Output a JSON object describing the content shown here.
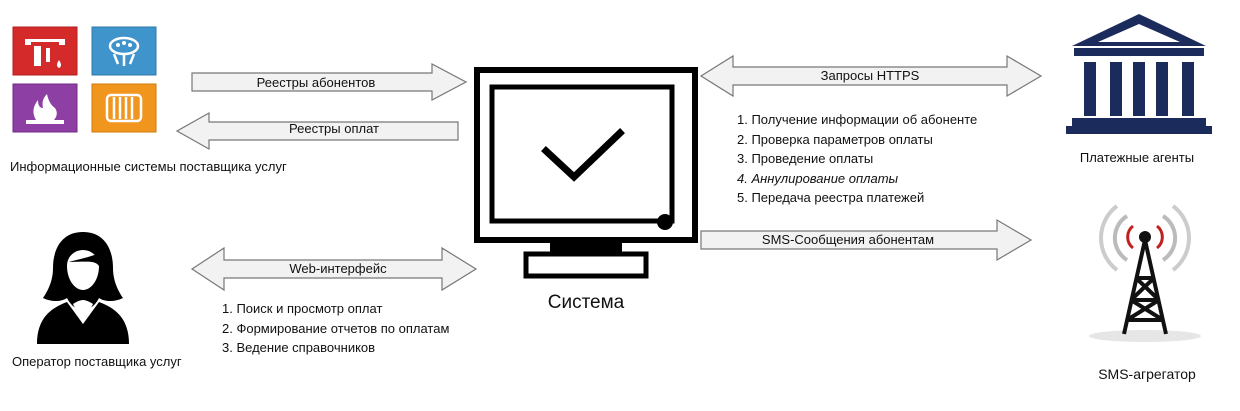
{
  "colors": {
    "tile_red": "#d42a2a",
    "tile_blue": "#3f94cc",
    "tile_purple": "#8e3fa3",
    "tile_orange": "#f0961f",
    "bank_navy": "#1b2b5c",
    "arrow_fill": "#f2f2f2",
    "arrow_stroke": "#777777"
  },
  "provider": {
    "label": "Информационные системы поставщика услуг",
    "icons": [
      "gas-stove-icon",
      "water-icon",
      "gas-flame-icon",
      "radiator-icon"
    ]
  },
  "operator": {
    "label": "Оператор поставщика услуг",
    "icon": "person-icon"
  },
  "system": {
    "label": "Система",
    "icon": "monitor-check-icon"
  },
  "agents": {
    "label": "Платежные агенты",
    "icon": "bank-icon"
  },
  "sms": {
    "label": "SMS-агрегатор",
    "icon": "antenna-tower-icon"
  },
  "arrows": {
    "subscriber_registers": "Реестры абонентов",
    "payment_registers": "Реестры оплат",
    "https_requests": "Запросы HTTPS",
    "sms_messages": "SMS-Сообщения абонентам",
    "web_interface": "Web-интерфейс"
  },
  "agent_steps": [
    "1. Получение информации об абоненте",
    "2. Проверка параметров оплаты",
    "3. Проведение оплаты",
    "4. Аннулирование оплаты",
    "5. Передача реестра платежей"
  ],
  "web_steps": [
    "1. Поиск и просмотр оплат",
    "2. Формирование отчетов по оплатам",
    "3. Ведение справочников"
  ]
}
